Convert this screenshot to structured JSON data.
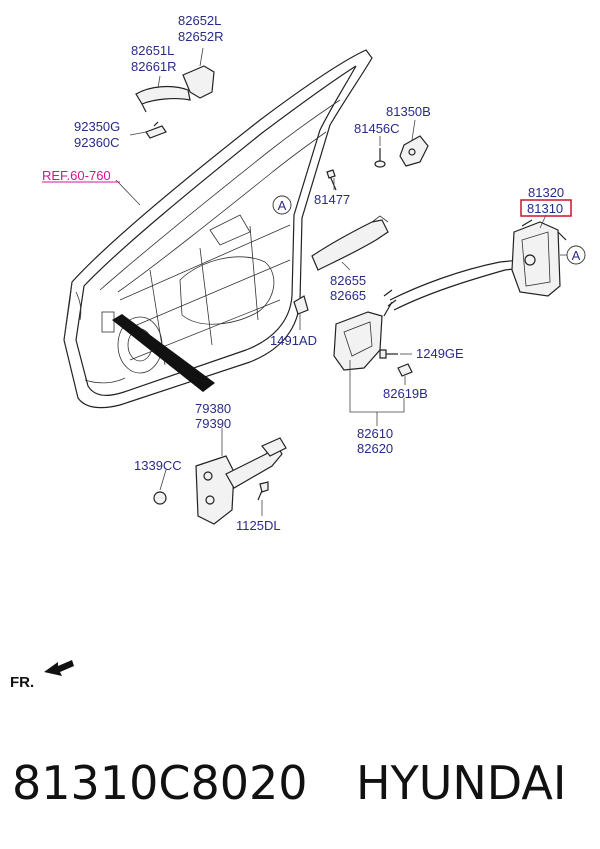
{
  "labels": {
    "l82652L": "82652L",
    "l82652R": "82652R",
    "l82651L": "82651L",
    "l82661R": "82661R",
    "l92350G": "92350G",
    "l92360C": "92360C",
    "ref": "REF.60-760",
    "l81350B": "81350B",
    "l81456C": "81456C",
    "l81477": "81477",
    "l81320": "81320",
    "l81310": "81310",
    "callout_a1": "A",
    "callout_a2": "A",
    "l82655": "82655",
    "l82665": "82665",
    "l1491AD": "1491AD",
    "l1249GE": "1249GE",
    "l82619B": "82619B",
    "l82610": "82610",
    "l82620": "82620",
    "l79380": "79380",
    "l79390": "79390",
    "l1339CC": "1339CC",
    "l1125DL": "1125DL",
    "fr": "FR."
  },
  "footer": {
    "part_number": "81310C8020",
    "brand": "HYUNDAI"
  },
  "colors": {
    "label": "#2a2a8c",
    "reference": "#d4148c",
    "highlight_box": "#d0112b"
  }
}
